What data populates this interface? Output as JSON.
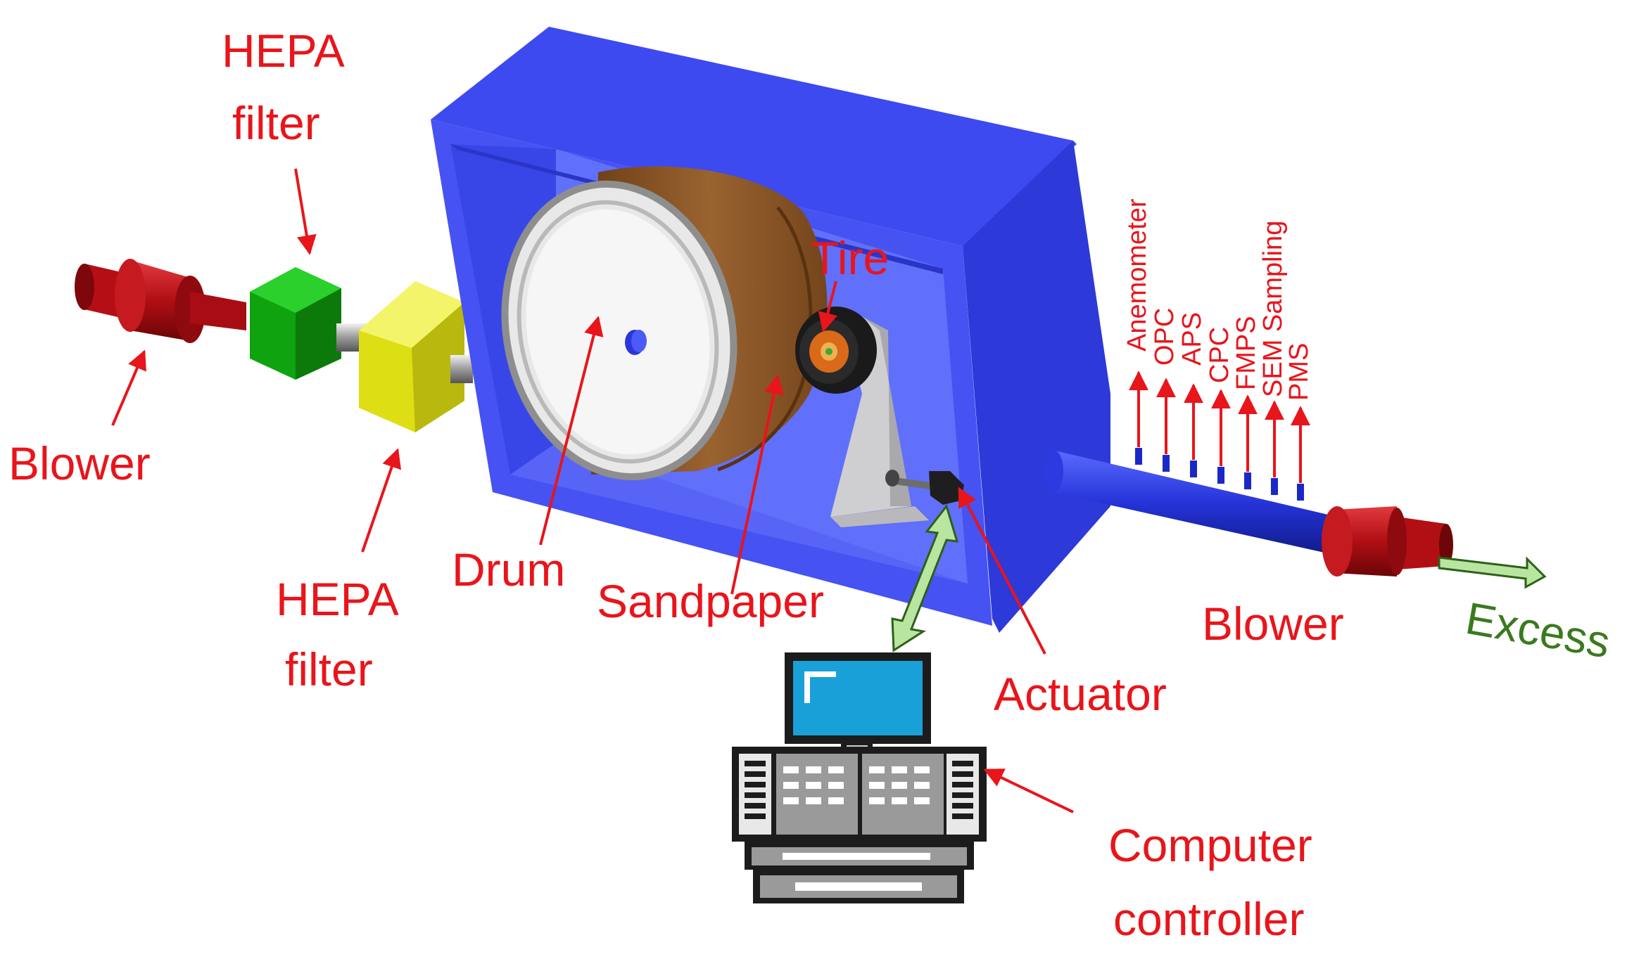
{
  "labels": {
    "blower_left": "Blower",
    "hepa_top_line1": "HEPA",
    "hepa_top_line2": "filter",
    "hepa_bottom_line1": "HEPA",
    "hepa_bottom_line2": "filter",
    "drum": "Drum",
    "sandpaper": "Sandpaper",
    "tire": "Tire",
    "actuator": "Actuator",
    "blower_right": "Blower",
    "excess": "Excess",
    "computer_line1": "Computer",
    "computer_line2": "controller"
  },
  "probes": [
    "Anemometer",
    "OPC",
    "APS",
    "CPC",
    "FMPS",
    "SEM Sampling",
    "PMS"
  ],
  "colors": {
    "label_red": "#e8151b",
    "box_blue": "#3a46f0",
    "blower_red": "#c0121a",
    "hepa_green": "#14b814",
    "hepa_yellow": "#e6e61a",
    "sandpaper_brown": "#8b5a2b",
    "excess_green": "#3a7a1e",
    "arrow_light_green": "#b8e6a0",
    "screen_blue": "#1aa0d8"
  }
}
